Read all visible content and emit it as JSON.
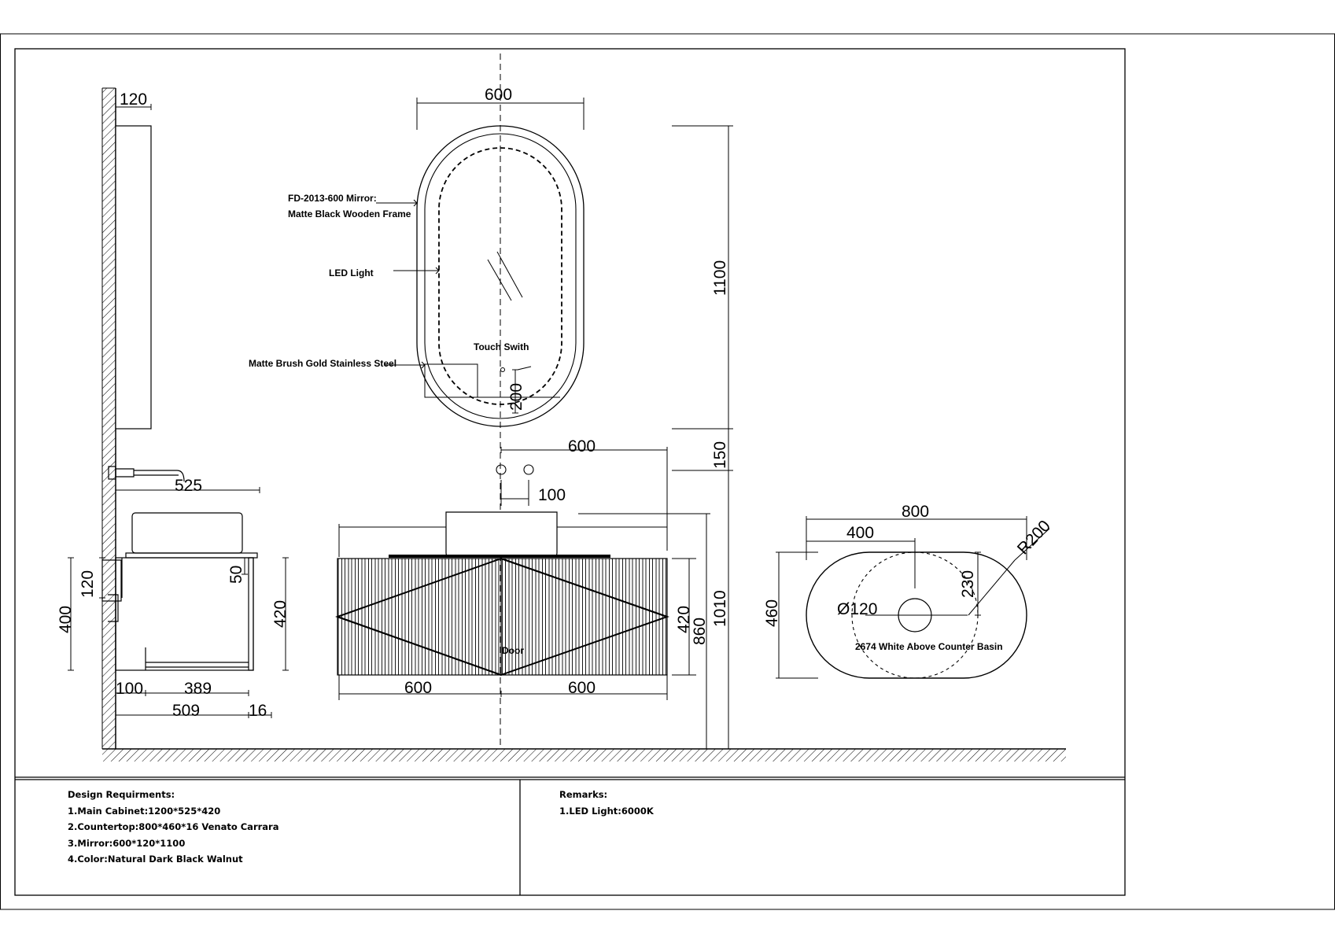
{
  "mirror": {
    "width": "600",
    "height": "1100",
    "depth": "120",
    "label_line1": "FD-2013-600 Mirror:",
    "label_line2": "Matte Black Wooden Frame",
    "led_label": "LED Light",
    "steel_label": "Matte Brush Gold Stainless Steel",
    "switch_label": "Touch Swith",
    "switch_height": "200",
    "gap_to_cabinet": "150"
  },
  "side_view": {
    "depth_525": "525",
    "dim_120": "120",
    "dim_50": "50",
    "dim_400": "400",
    "dim_420": "420",
    "dim_100": "100",
    "dim_389": "389",
    "dim_509": "509",
    "dim_16": "16"
  },
  "front_view": {
    "tap_offset": "600",
    "tap_spacing": "100",
    "width": "1200",
    "height": "420",
    "counter_height": "860",
    "total_height": "1010",
    "left_half": "600",
    "right_half": "600",
    "door_label": "Door"
  },
  "basin_plan": {
    "length": "800",
    "center": "400",
    "width": "460",
    "radius": "R200",
    "drain": "Ø120",
    "drain_offset": "230",
    "label": "2674 White Above Counter Basin"
  },
  "design": {
    "title": "Design Requirments:",
    "items": [
      "1.Main Cabinet:1200*525*420",
      "2.Countertop:800*460*16 Venato Carrara",
      "3.Mirror:600*120*1100",
      "4.Color:Natural Dark Black Walnut"
    ]
  },
  "remarks": {
    "title": "Remarks:",
    "items": [
      "1.LED Light:6000K"
    ]
  }
}
